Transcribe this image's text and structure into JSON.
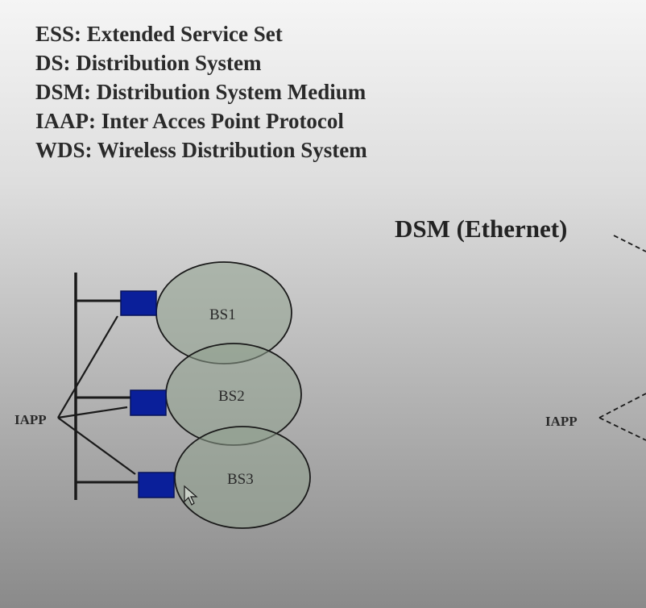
{
  "legend": [
    "ESS: Extended Service Set",
    "DS: Distribution System",
    "DSM: Distribution System Medium",
    "IAAP: Inter Acces Point Protocol",
    "WDS: Wireless Distribution System"
  ],
  "right": {
    "dsm_label": "DSM (Ethernet)",
    "iapp_label": "IAPP"
  },
  "left": {
    "iapp_label": "IAPP",
    "bss": [
      {
        "label": "BS1"
      },
      {
        "label": "BS2"
      },
      {
        "label": "BS3"
      }
    ]
  },
  "colors": {
    "access_point": "#0a1f9a",
    "cell_fill": "#8fa08e",
    "line": "#1a1a1a"
  },
  "icons": {
    "cursor": "mouse-pointer-icon"
  }
}
